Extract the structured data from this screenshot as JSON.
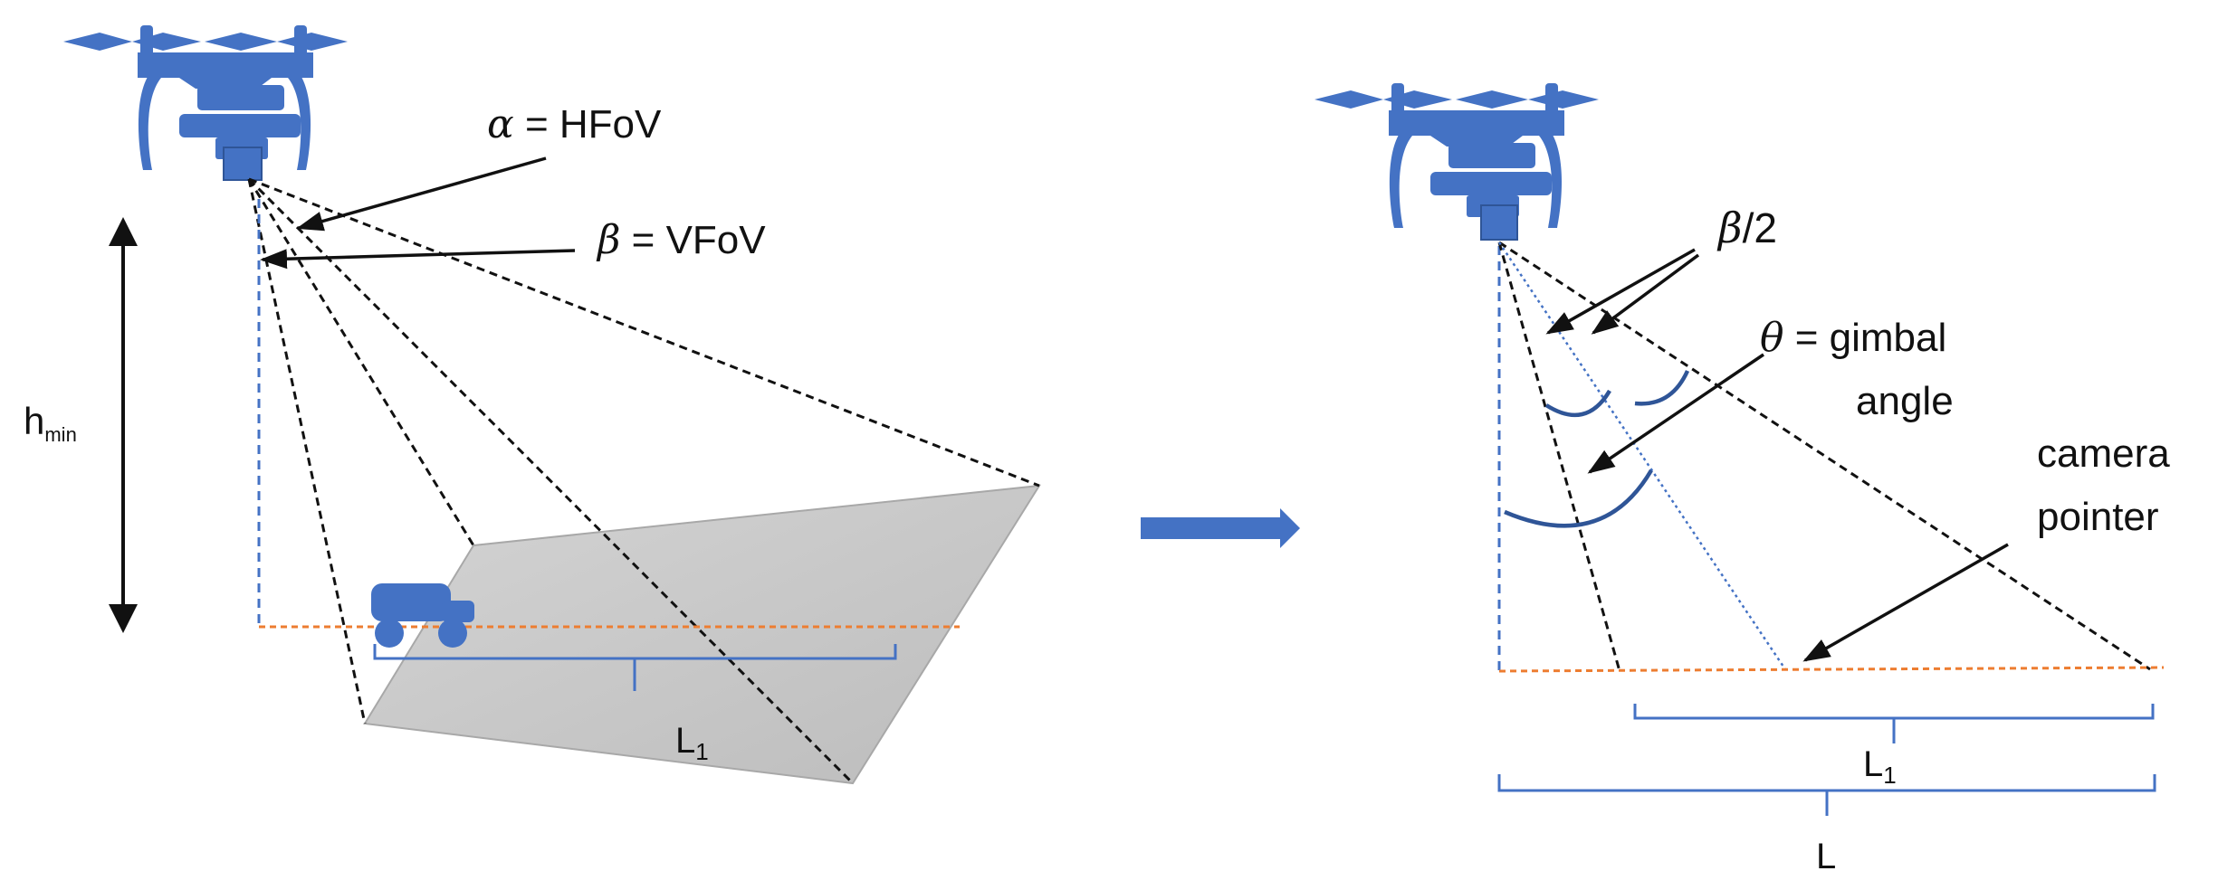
{
  "left_panel": {
    "labels": {
      "alpha_symbol": "α",
      "alpha_text": " = HFoV",
      "beta_symbol": "β",
      "beta_text": " = VFoV",
      "h_main": "h",
      "h_sub": "min",
      "l1_main": "L",
      "l1_sub": "1"
    }
  },
  "right_panel": {
    "labels": {
      "beta_half_symbol": "β",
      "beta_half_text": "/2",
      "theta_symbol": "θ",
      "theta_text": " = gimbal",
      "theta_line2": "angle",
      "camera_line1": "camera",
      "camera_line2": "pointer",
      "l1_main": "L",
      "l1_sub": "1",
      "l_main": "L"
    }
  },
  "colors": {
    "drone": "#4472c4",
    "ground_line": "#ed7d31",
    "footprint": "#c8c8c8",
    "brace": "#4472c4",
    "arrow_transition": "#4472c4"
  },
  "icons": [
    "drone-icon",
    "camera-icon",
    "vehicle-icon",
    "transition-arrow-icon"
  ]
}
